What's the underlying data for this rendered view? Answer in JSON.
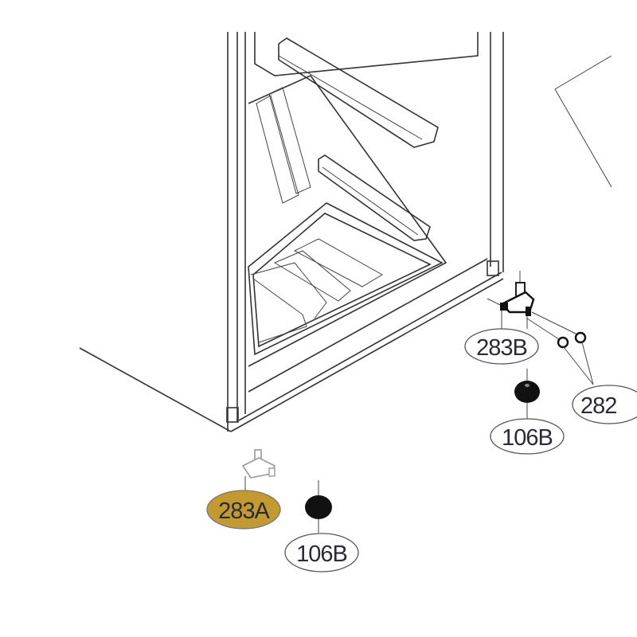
{
  "diagram": {
    "callouts": [
      {
        "id": "283B",
        "label": "283B",
        "highlighted": false
      },
      {
        "id": "282",
        "label": "282",
        "highlighted": false
      },
      {
        "id": "106B-right",
        "label": "106B",
        "highlighted": false
      },
      {
        "id": "283A",
        "label": "283A",
        "highlighted": true
      },
      {
        "id": "106B-left",
        "label": "106B",
        "highlighted": false
      }
    ],
    "colors": {
      "highlight": "#c39a2f",
      "line": "#333333",
      "text": "#2a2a3a"
    }
  }
}
